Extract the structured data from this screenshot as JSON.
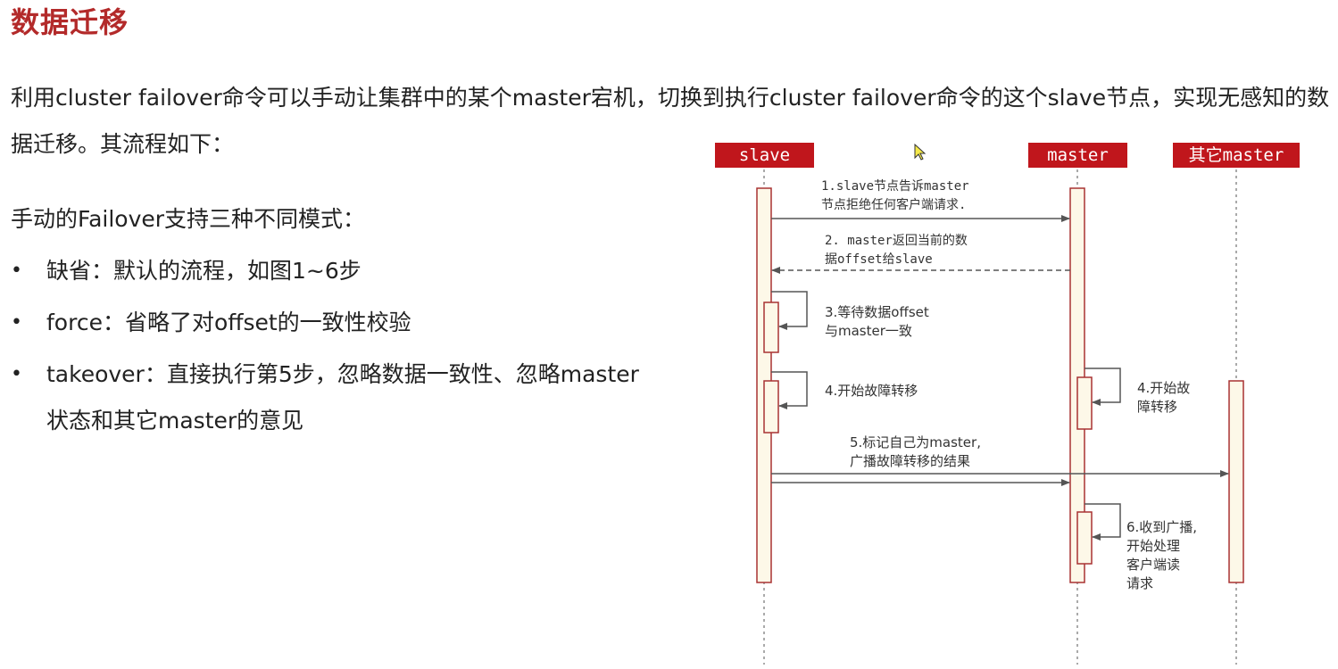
{
  "page": {
    "title": "数据迁移",
    "intro": "利用cluster failover命令可以手动让集群中的某个master宕机，切换到执行cluster failover命令的这个slave节点，实现无感知的数据迁移。其流程如下：",
    "modes_heading": "手动的Failover支持三种不同模式：",
    "modes": [
      {
        "bullet": "•",
        "text": "缺省：默认的流程，如图1~6步"
      },
      {
        "bullet": "•",
        "text": "force：省略了对offset的一致性校验"
      },
      {
        "bullet": "•",
        "text": "takeover：直接执行第5步，忽略数据一致性、忽略master状态和其它master的意见"
      }
    ]
  },
  "diagram": {
    "actors": [
      "slave",
      "master",
      "其它master"
    ],
    "messages": [
      {
        "line1": "1.slave节点告诉master",
        "line2": "节点拒绝任何客户端请求."
      },
      {
        "line1": "2. master返回当前的数",
        "line2": "据offset给slave"
      },
      {
        "line1": "3.等待数据offset",
        "line2": "与master一致"
      },
      {
        "line1": "4.开始故障转移",
        "line2": ""
      },
      {
        "line1": "4.开始故",
        "line2": "障转移"
      },
      {
        "line1": "5.标记自己为master,",
        "line2": "广播故障转移的结果"
      },
      {
        "line1": "6.收到广播,",
        "line2": "开始处理",
        "line3": "客户端读",
        "line4": "请求"
      }
    ],
    "colors": {
      "actor_bg": "#c0161c",
      "activation_fill": "#fdf8e8",
      "activation_border": "#a83232",
      "lifeline": "#555555",
      "arrow": "#555555",
      "title": "#b32a2a"
    }
  }
}
